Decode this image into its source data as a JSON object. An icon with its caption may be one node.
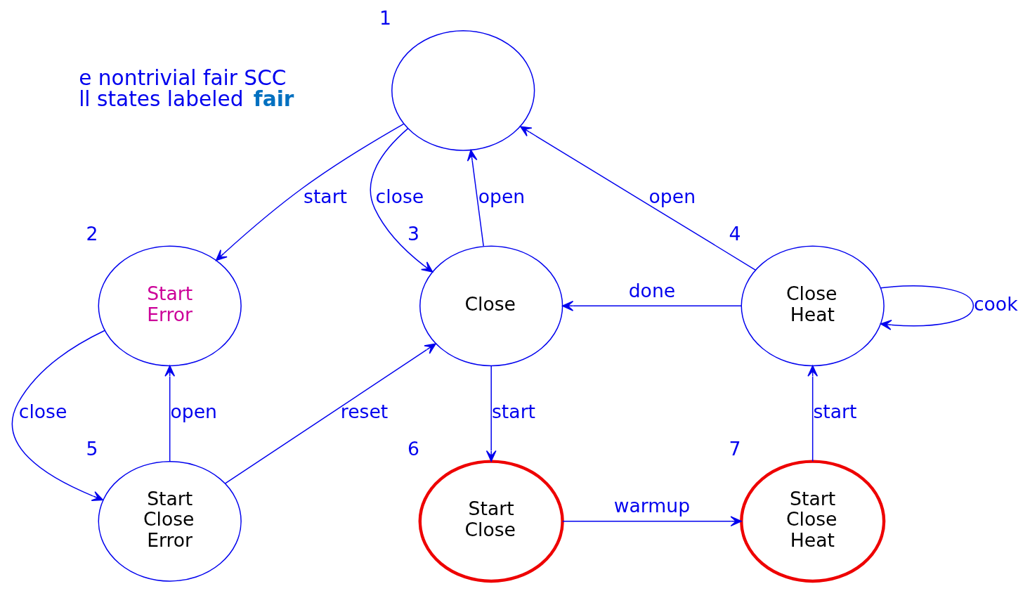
{
  "diagram": {
    "nodes": [
      {
        "text": [],
        "shape": "ellipse",
        "beside": [
          "1"
        ]
      },
      {
        "text": [
          "Start Error"
        ],
        "beside": [
          "2"
        ]
      },
      {
        "text": [
          "Close"
        ],
        "beside": [
          "3"
        ]
      },
      {
        "text": [
          "Close Heat"
        ],
        "beside": [
          "4"
        ]
      },
      {
        "text": [
          "Start Close Error"
        ],
        "beside": [
          "5"
        ]
      },
      {
        "text": [
          "Start Close"
        ],
        "beside": [
          "6"
        ]
      },
      {
        "text": [
          "Start Close Heat"
        ],
        "beside": [
          "7"
        ]
      }
    ],
    "edges": [
      {
        "from": 0,
        "to": 1,
        "arrow": "to",
        "label": "start"
      },
      {
        "from": 0,
        "to": 2,
        "arrow": "to",
        "label": "close"
      },
      {
        "from": 2,
        "to": 0,
        "arrow": "to",
        "label": "open"
      },
      {
        "from": 3,
        "to": 0,
        "arrow": "to",
        "label": "open"
      },
      {
        "from": 3,
        "to": 3,
        "arrow": "to",
        "label": "cook"
      },
      {
        "from": 3,
        "to": 2,
        "arrow": "to",
        "label": "done"
      },
      {
        "from": 1,
        "to": 4,
        "arrow": "to",
        "label": "close"
      },
      {
        "from": 4,
        "to": 1,
        "arrow": "to",
        "label": "open"
      },
      {
        "from": 4,
        "to": 2,
        "arrow": "to",
        "label": "reset"
      },
      {
        "from": 2,
        "to": 5,
        "arrow": "to",
        "label": "start"
      },
      {
        "from": 5,
        "to": 6,
        "arrow": "to",
        "label": "warmup"
      },
      {
        "from": 6,
        "to": 3,
        "arrow": "to",
        "label": "start"
      }
    ],
    "labels": [
      "e nontrivial fair SCC",
      "ll states labeled **fair**"
    ]
  }
}
